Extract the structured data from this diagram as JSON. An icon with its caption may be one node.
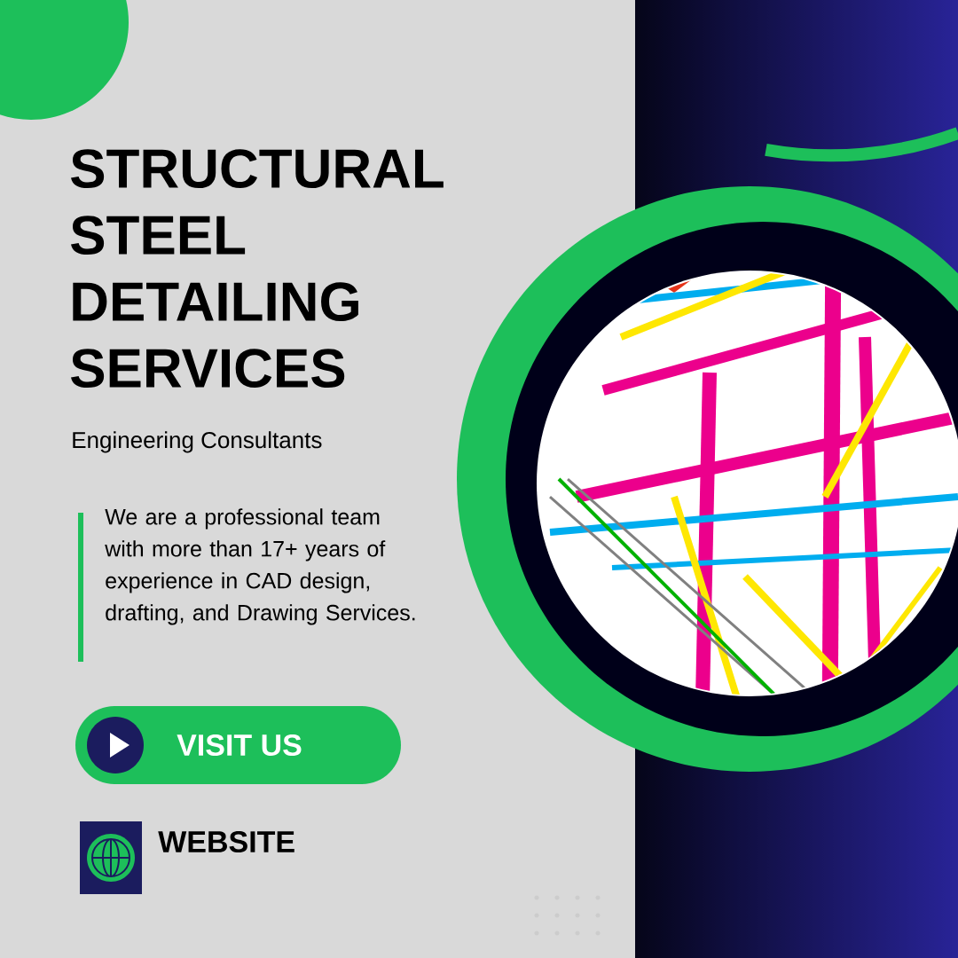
{
  "diagram": {
    "title": "STRUCTURAL STEEL DETAILING SERVICES",
    "labels": [
      "Engineering Consultants",
      "We are a professional team with more than 17+ years of experience in CAD design, drafting, and Drawing Services.",
      "VISIT US",
      "WEBSITE"
    ]
  }
}
